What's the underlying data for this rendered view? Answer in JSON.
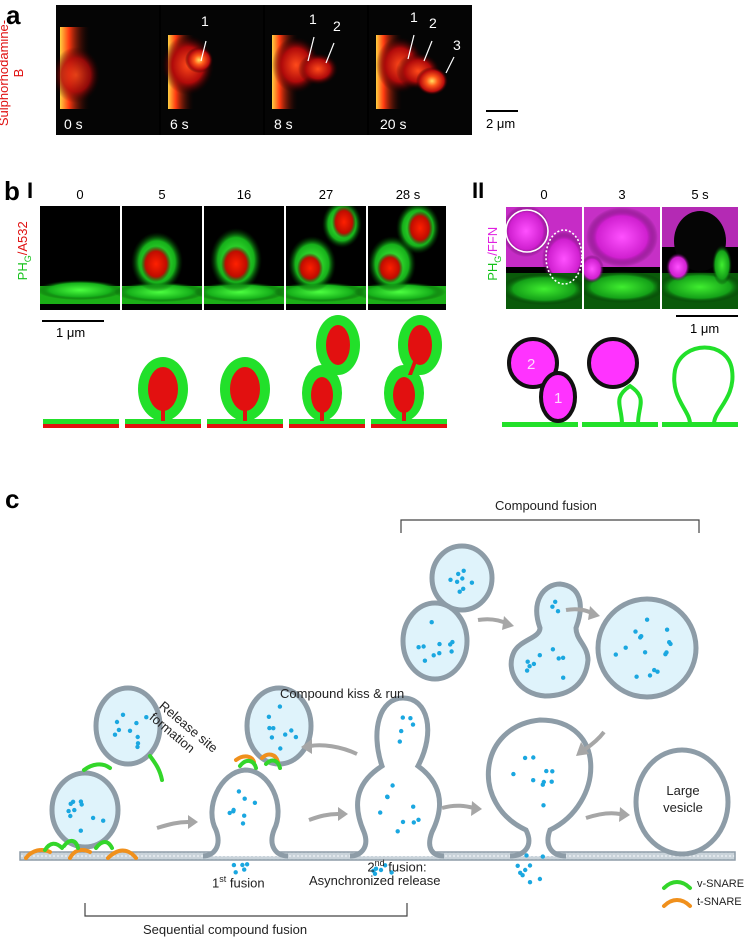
{
  "panel_a": {
    "letter": "a",
    "dye_label": "Sulphorhodamine-B",
    "times": [
      "0 s",
      "6 s",
      "8 s",
      "20 s"
    ],
    "vesicle_labels": [
      "1",
      "2",
      "3"
    ],
    "scale": "2 μm"
  },
  "panel_b": {
    "letter": "b",
    "part1": {
      "numeral": "I",
      "channel_green": "PH",
      "channel_sub": "G",
      "channel_red": "/A532",
      "times": [
        "0",
        "5",
        "16",
        "27",
        "28 s"
      ],
      "scale": "1 μm"
    },
    "part2": {
      "numeral": "II",
      "channel_green": "PH",
      "channel_sub": "G",
      "channel_mag": "/FFN",
      "times": [
        "0",
        "3",
        "5 s"
      ],
      "scale": "1 μm",
      "vesicle_labels": [
        "2",
        "1"
      ]
    }
  },
  "panel_c": {
    "letter": "c",
    "compound_fusion": "Compound fusion",
    "kiss_run": "Compound kiss & run",
    "release_site_1": "Release site",
    "release_site_2": "formation",
    "first_fusion_num": "1",
    "first_fusion_sup": "st",
    "first_fusion_rest": " fusion",
    "second_fusion_num": "2",
    "second_fusion_sup": "nd",
    "second_fusion_rest": " fusion:",
    "async_release": "Asynchronized release",
    "large_vesicle_1": "Large",
    "large_vesicle_2": "vesicle",
    "sequential": "Sequential compound fusion",
    "legend_v": "v-SNARE",
    "legend_t": "t-SNARE"
  },
  "colors": {
    "green": "#22e02a",
    "red": "#e21010",
    "magenta": "#ff33ff",
    "vesicle_fill": "#dff3fb",
    "dots": "#1aa7e0",
    "vsnare": "#33d62a",
    "tsnare": "#f0901c",
    "membrane": "#9aa9b4"
  }
}
